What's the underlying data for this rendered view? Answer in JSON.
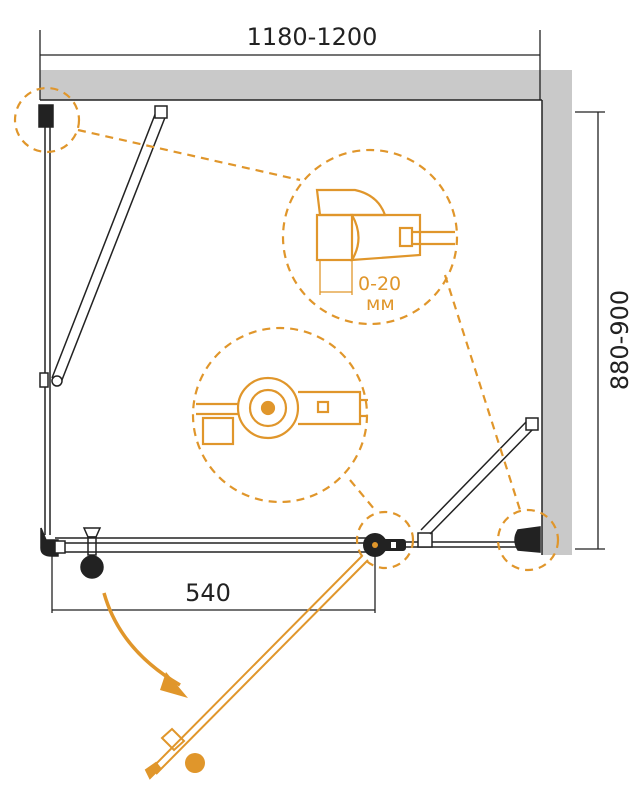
{
  "dimensions": {
    "width_label": "1180-1200",
    "depth_label": "880-900",
    "door_width_label": "540"
  },
  "detail": {
    "adjustment_value": "0-20",
    "adjustment_unit": "мм"
  },
  "colors": {
    "accent": "#E0962B",
    "line": "#222222",
    "wall": "#C9C9C9"
  }
}
